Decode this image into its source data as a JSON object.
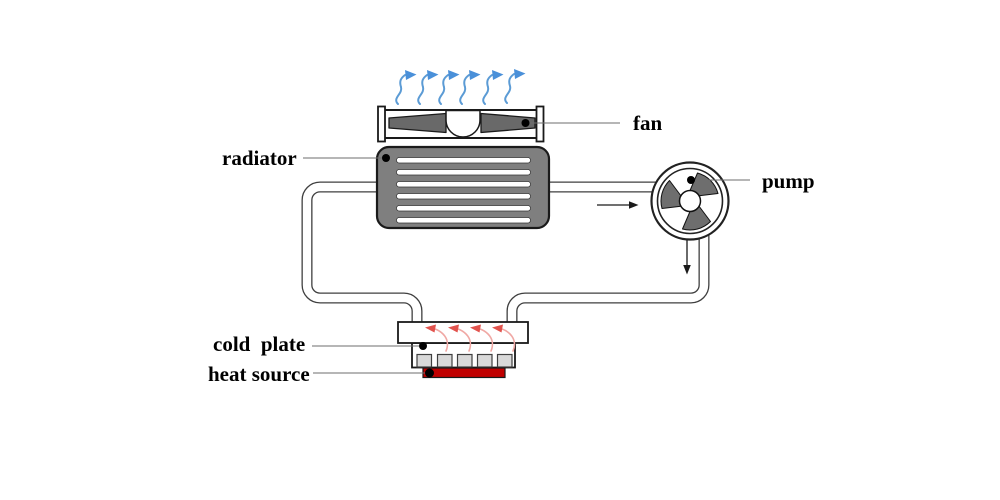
{
  "diagram": {
    "type": "liquid-cooling-loop-schematic",
    "background": "#ffffff",
    "labels": {
      "fan": "fan",
      "radiator": "radiator",
      "pump": "pump",
      "cold_plate": "cold  plate",
      "heat_source": "heat source"
    },
    "structure": {
      "airflow_arrow_count": 6,
      "heat_arrow_count": 4,
      "radiator_slat_count": 6,
      "cold_plate_fin_count": 5,
      "pump_blade_count": 3,
      "fan_blade_count": 2,
      "flow_direction_top": "right",
      "flow_direction_pump_outlet": "down"
    },
    "colors": {
      "radiator_body": "#7f7f7f",
      "radiator_slat": "#ffffff",
      "fan_blade": "#696969",
      "pump_blade": "#6e6e6e",
      "pipe_wall": "#3f3f3f",
      "airflow_blue": "#5b9bd5",
      "heat_arrow_head": "#e2534d",
      "heat_arrow_tail": "#f0a8a4",
      "heat_source_red": "#c00000",
      "fin_gray": "#d9d9d9",
      "label_text": "#000000"
    }
  }
}
